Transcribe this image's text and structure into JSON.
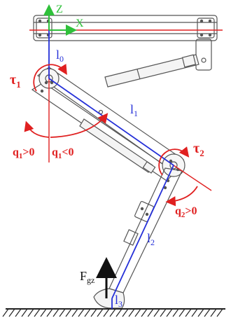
{
  "axes": {
    "z": "Z",
    "x": "X"
  },
  "segments": {
    "l0": "l",
    "l0_sub": "0",
    "l1": "l",
    "l1_sub": "1",
    "l2": "l",
    "l2_sub": "2",
    "l3": "l",
    "l3_sub": "3"
  },
  "torques": {
    "t1": "τ",
    "t1_sub": "1",
    "t2": "τ",
    "t2_sub": "2"
  },
  "angles": {
    "q1_pos": "q",
    "q1_pos_sub": "1",
    "q1_pos_rel": ">0",
    "q1_neg": "q",
    "q1_neg_sub": "1",
    "q1_neg_rel": "<0",
    "q2_pos": "q",
    "q2_pos_sub": "2",
    "q2_pos_rel": ">0"
  },
  "force": {
    "label": "F",
    "sub": "gz"
  },
  "colors": {
    "axis_green": "#2fc03a",
    "red": "#e02020",
    "blue": "#2530d8",
    "frame": "#555555",
    "text": "#111111"
  }
}
